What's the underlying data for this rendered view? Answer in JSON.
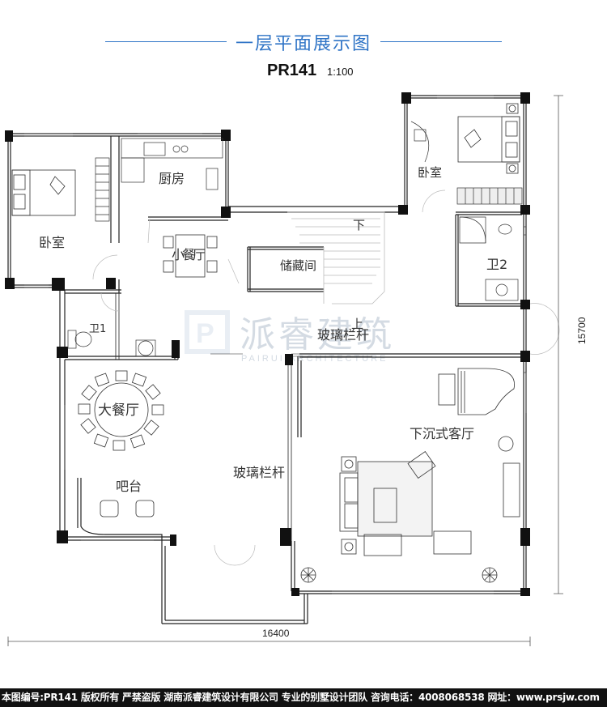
{
  "header": {
    "title": "一层平面展示图",
    "code": "PR141",
    "scale": "1:100"
  },
  "rooms": {
    "bedroom_left": "卧室",
    "kitchen": "厨房",
    "dining_small": "小餐厅",
    "storage": "储藏间",
    "bathroom_1": "卫1",
    "bedroom_right": "卧室",
    "bathroom_2": "卫2",
    "stairs_down": "下",
    "stairs_up": "上",
    "glass_rail_top": "玻璃栏杆",
    "dining_big": "大餐厅",
    "bar": "吧台",
    "glass_rail_mid": "玻璃栏杆",
    "sunken_living": "下沉式客厅"
  },
  "watermark": {
    "brand": "派睿建筑",
    "sub": "PAIRUI ARCHITECTURE"
  },
  "dimensions": {
    "width": "16400",
    "depth": "15700"
  },
  "footer": {
    "text": "本图编号:PR141 版权所有 严禁盗版 湖南派睿建筑设计有限公司 专业的别墅设计团队 咨询电话：4008068538 网址：www.prsjw.com"
  },
  "colors": {
    "accent": "#2f74c6",
    "wall": "#111111",
    "footer_bg": "#111111"
  }
}
